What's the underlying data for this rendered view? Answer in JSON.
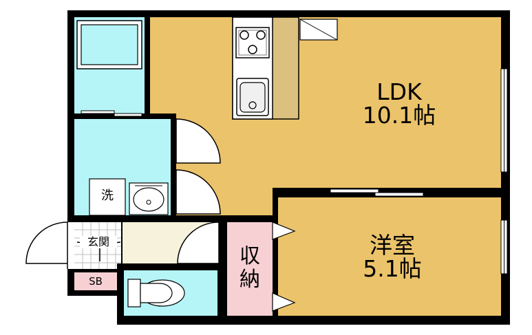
{
  "rooms": {
    "ldk": {
      "name": "LDK",
      "size": "10.1帖"
    },
    "western": {
      "name": "洋室",
      "size": "5.1帖"
    },
    "storage": {
      "line1": "収",
      "line2": "納"
    },
    "washer": {
      "label": "洗"
    },
    "entrance": {
      "label": "玄関"
    },
    "shoebox": {
      "label": "SB"
    }
  },
  "colors": {
    "wall": "#000000",
    "room_floor": "#EBC36A",
    "wet_area": "#B5F5F7",
    "entrance_floor": "#F7F2DC",
    "storage_floor": "#F7D0D4",
    "counter": "#DCC07F",
    "appliance": "#E8E8E8"
  }
}
